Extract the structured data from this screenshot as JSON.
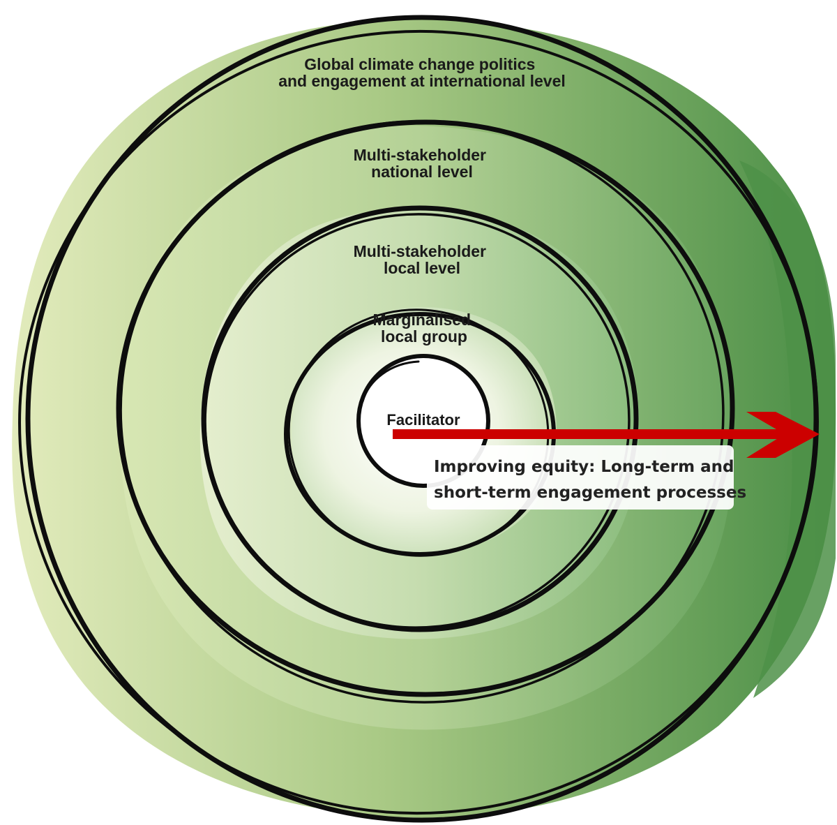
{
  "diagram": {
    "rings": [
      {
        "id": "global",
        "lines": [
          "Global climate change politics",
          "and engagement at international level"
        ]
      },
      {
        "id": "national",
        "lines": [
          "Multi-stakeholder",
          "national level"
        ]
      },
      {
        "id": "local",
        "lines": [
          "Multi-stakeholder",
          "local level"
        ]
      },
      {
        "id": "marginalised",
        "lines": [
          "Marginalised",
          "local group"
        ]
      }
    ],
    "center": {
      "label": "Facilitator"
    },
    "arrow": {
      "color": "#cc0000",
      "lines": [
        "Improving equity: Long-term and",
        "short-term engagement processes"
      ]
    },
    "colors": {
      "green_light": "#dfe9b8",
      "green_dark": "#4e9148",
      "ink": "#0d0d0d"
    }
  }
}
